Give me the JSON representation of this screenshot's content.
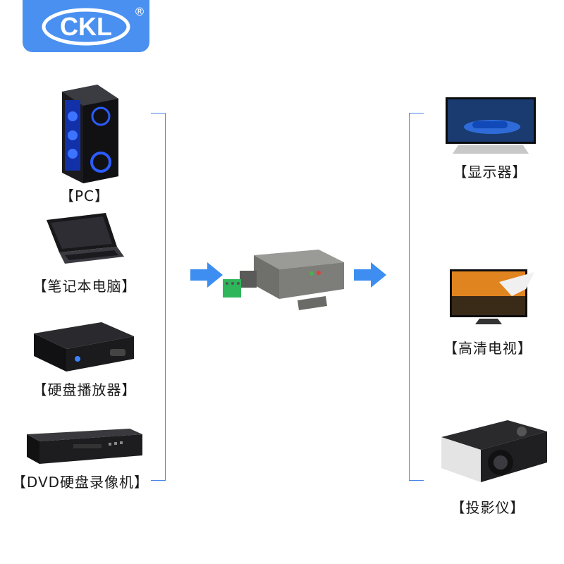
{
  "brand": {
    "logo_text": "CKL",
    "registered_mark": "®",
    "color": "#4a90f0"
  },
  "sources": [
    {
      "label": "【PC】",
      "icon": "pc-tower-icon"
    },
    {
      "label": "【笔记本电脑】",
      "icon": "laptop-icon"
    },
    {
      "label": "【硬盘播放器】",
      "icon": "hdd-player-icon"
    },
    {
      "label": "【DVD硬盘录像机】",
      "icon": "dvd-recorder-icon"
    }
  ],
  "converter": {
    "icon": "serial-converter-icon"
  },
  "displays": [
    {
      "label": "【显示器】",
      "icon": "monitor-icon"
    },
    {
      "label": "【高清电视】",
      "icon": "hdtv-icon"
    },
    {
      "label": "【投影仪】",
      "icon": "projector-icon"
    }
  ],
  "colors": {
    "accent": "#4a86e8",
    "arrow": "#3d8ef0"
  }
}
